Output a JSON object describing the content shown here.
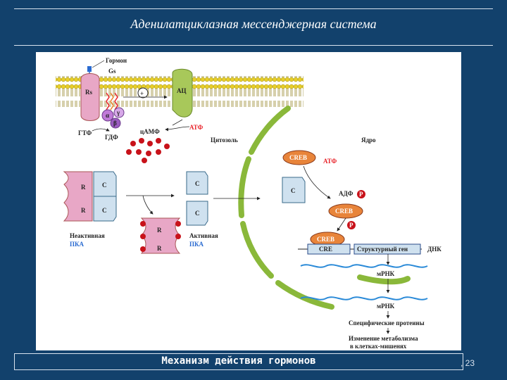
{
  "slide": {
    "title": "Аденилатциклазная мессенджерная система",
    "footer": "Механизм действия гормонов",
    "page_number": ", 23"
  },
  "diagram": {
    "hormone": "Гормон",
    "gs": "Gs",
    "rs": "Rs",
    "alpha": "α",
    "gamma": "γ",
    "beta": "β",
    "ac": "АЦ",
    "gtp": "ГТФ",
    "gdp": "ГДФ",
    "camp": "цАМФ",
    "atp_membrane": "АТФ",
    "cytosol": "Цитозоль",
    "nucleus": "Ядро",
    "r": "R",
    "c": "C",
    "inactive": "Неактивная",
    "active": "Активная",
    "pka": "ПКА",
    "creb": "CREB",
    "atp_nucleus": "АТФ",
    "adp": "АДФ",
    "p": "P",
    "cre": "CRE",
    "structural_gene": "Структурный ген",
    "dna": "ДНК",
    "mrna": "мРНК",
    "specific_proteins": "Специфические протеины",
    "metabolism_line1": "Изменение метаболизма",
    "metabolism_line2": "в клетках-мишенях"
  }
}
